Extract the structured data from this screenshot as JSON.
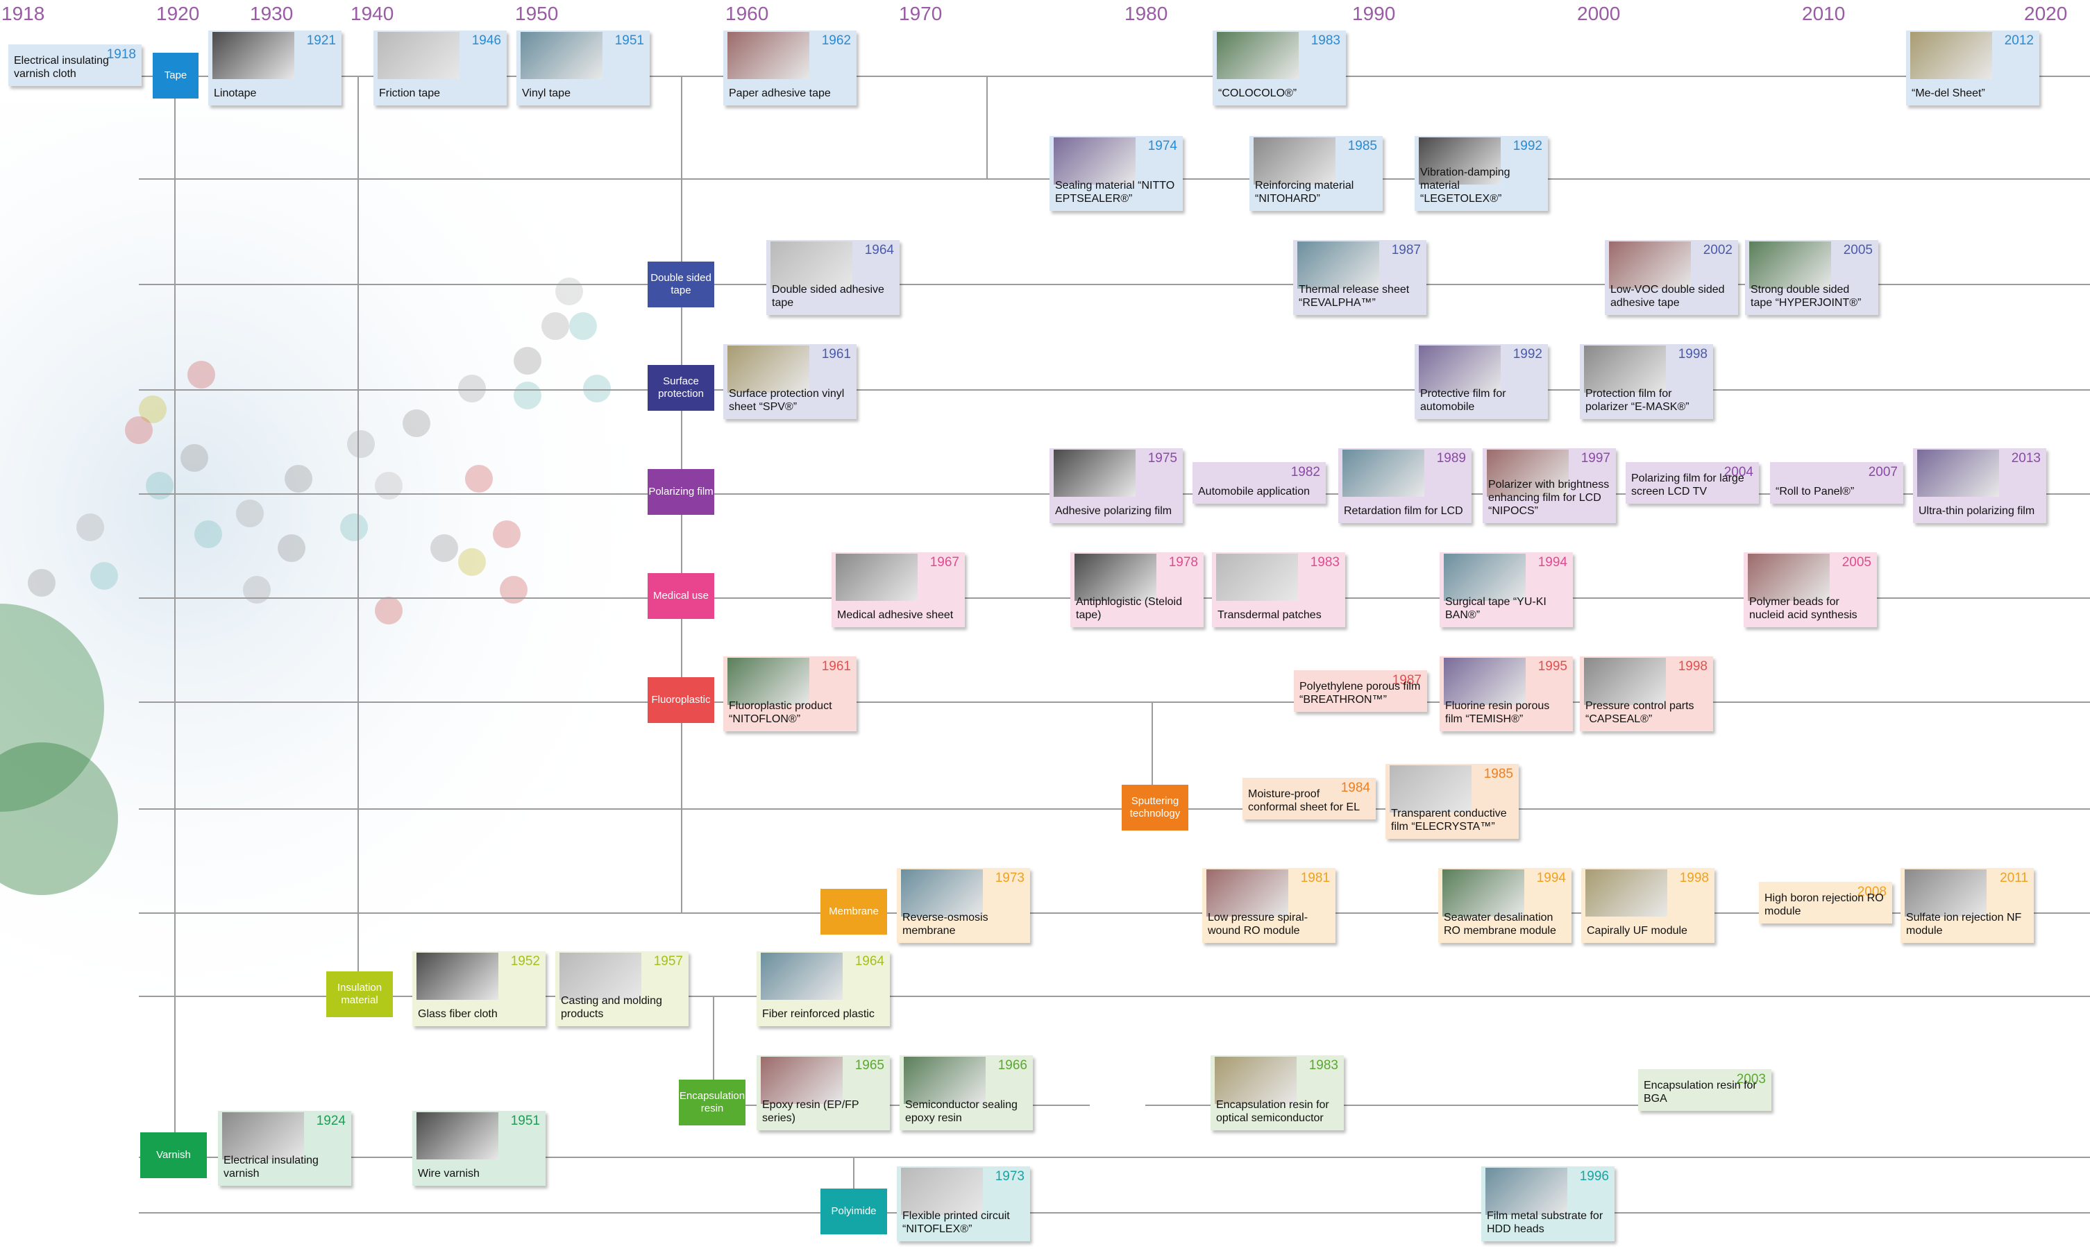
{
  "years": [
    "1918",
    "1920",
    "1930",
    "1940",
    "1950",
    "1960",
    "1970",
    "1980",
    "1990",
    "2000",
    "2010",
    "2020"
  ],
  "categories": {
    "tape": "Tape",
    "double": "Double sided tape",
    "surface": "Surface protection",
    "polarizing": "Polarizing film",
    "medical": "Medical use",
    "fluoro": "Fluoroplastic",
    "sputtering": "Sputtering technology",
    "membrane": "Membrane",
    "insulation": "Insulation material",
    "encapsulation": "Encapsulation resin",
    "varnish": "Varnish",
    "polyimide": "Polyimide"
  },
  "colors": {
    "tape": "#1a8ad3",
    "double": "#3f51a3",
    "surface": "#3b3b8e",
    "polarizing": "#8c3fa1",
    "medical": "#e8458e",
    "fluoro": "#e94d4d",
    "sputtering": "#ef7d1c",
    "membrane": "#f0a21c",
    "insulation": "#b3c91a",
    "encapsulation": "#56ad2f",
    "varnish": "#16a14f",
    "polyimide": "#14a6a6",
    "year_text": "#9a5aa5",
    "line": "#9b9b9b"
  },
  "products": [
    {
      "year": "1918",
      "name": "Electrical insulating varnish cloth"
    },
    {
      "year": "1921",
      "name": "Linotape"
    },
    {
      "year": "1946",
      "name": "Friction tape"
    },
    {
      "year": "1951",
      "name": "Vinyl tape"
    },
    {
      "year": "1962",
      "name": "Paper adhesive tape"
    },
    {
      "year": "1983",
      "name": "“COLOCOLO®”"
    },
    {
      "year": "2012",
      "name": "“Me-del Sheet”"
    },
    {
      "year": "1974",
      "name": "Sealing material “NITTO EPTSEALER®”"
    },
    {
      "year": "1985",
      "name": "Reinforcing material “NITOHARD”"
    },
    {
      "year": "1992",
      "name": "Vibration-damping material “LEGETOLEX®”"
    },
    {
      "year": "1964",
      "name": "Double sided adhesive tape"
    },
    {
      "year": "1987",
      "name": "Thermal release sheet “REVALPHA™”"
    },
    {
      "year": "2002",
      "name": "Low-VOC double sided adhesive tape"
    },
    {
      "year": "2005",
      "name": "Strong double sided tape “HYPERJOINT®”"
    },
    {
      "year": "1961",
      "name": "Surface protection vinyl sheet “SPV®”"
    },
    {
      "year": "1992",
      "name": "Protective film for automobile"
    },
    {
      "year": "1998",
      "name": "Protection film for polarizer “E-MASK®”"
    },
    {
      "year": "1975",
      "name": "Adhesive polarizing film"
    },
    {
      "year": "1982",
      "name": "Automobile application"
    },
    {
      "year": "1989",
      "name": "Retardation film for LCD"
    },
    {
      "year": "1997",
      "name": "Polarizer with brightness enhancing film for LCD “NIPOCS”"
    },
    {
      "year": "2004",
      "name": "Polarizing film for large screen LCD TV"
    },
    {
      "year": "2007",
      "name": "“Roll to Panel®”"
    },
    {
      "year": "2013",
      "name": "Ultra-thin polarizing film"
    },
    {
      "year": "1967",
      "name": "Medical adhesive sheet"
    },
    {
      "year": "1978",
      "name": "Antiphlogistic (Steloid tape)"
    },
    {
      "year": "1983",
      "name": "Transdermal patches"
    },
    {
      "year": "1994",
      "name": "Surgical tape “YU-KI BAN®”"
    },
    {
      "year": "2005",
      "name": "Polymer beads for nucleid acid synthesis"
    },
    {
      "year": "1961",
      "name": "Fluoroplastic product “NITOFLON®”"
    },
    {
      "year": "1987",
      "name": "Polyethylene porous film “BREATHRON™”"
    },
    {
      "year": "1995",
      "name": "Fluorine resin porous film “TEMISH®”"
    },
    {
      "year": "1998",
      "name": "Pressure control parts “CAPSEAL®”"
    },
    {
      "year": "1984",
      "name": "Moisture-proof conformal sheet for EL"
    },
    {
      "year": "1985",
      "name": "Transparent conductive film “ELECRYSTA™”"
    },
    {
      "year": "1973",
      "name": "Reverse-osmosis membrane"
    },
    {
      "year": "1981",
      "name": "Low pressure spiral-wound RO module"
    },
    {
      "year": "1994",
      "name": "Seawater desalination RO membrane module"
    },
    {
      "year": "1998",
      "name": "Capirally UF module"
    },
    {
      "year": "2008",
      "name": "High boron rejection RO module"
    },
    {
      "year": "2011",
      "name": "Sulfate ion rejection NF module"
    },
    {
      "year": "1952",
      "name": "Glass fiber cloth"
    },
    {
      "year": "1957",
      "name": "Casting and molding products"
    },
    {
      "year": "1964",
      "name": "Fiber reinforced plastic"
    },
    {
      "year": "1965",
      "name": "Epoxy resin (EP/FP series)"
    },
    {
      "year": "1966",
      "name": "Semiconductor sealing epoxy resin"
    },
    {
      "year": "1983",
      "name": "Encapsulation resin for optical semiconductor"
    },
    {
      "year": "2003",
      "name": "Encapsulation resin for BGA"
    },
    {
      "year": "1924",
      "name": "Electrical insulating varnish"
    },
    {
      "year": "1951",
      "name": "Wire varnish"
    },
    {
      "year": "1973",
      "name": "Flexible printed circuit “NITOFLEX®”"
    },
    {
      "year": "1996",
      "name": "Film metal substrate for HDD heads"
    }
  ]
}
